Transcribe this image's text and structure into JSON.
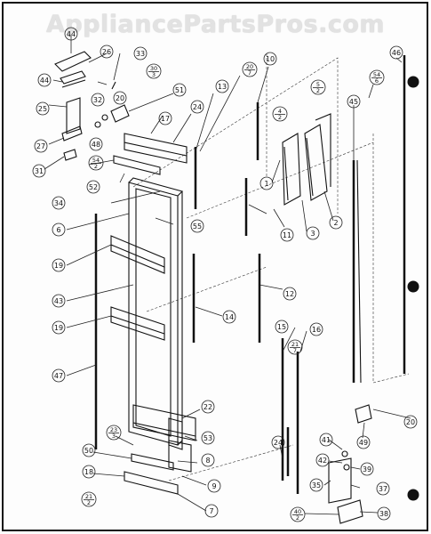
{
  "watermark": "AppliancePartsPros.com",
  "callouts": {
    "c1": "1",
    "c2": "2",
    "c3": "3",
    "c6": "6",
    "c7": "7",
    "c8": "8",
    "c9": "9",
    "c10": "10",
    "c11": "11",
    "c12": "12",
    "c13": "13",
    "c14": "14",
    "c15": "15",
    "c16": "16",
    "c17": "17",
    "c18": "18",
    "c19a": "19",
    "c19b": "19",
    "c20a": "20",
    "c20b": "20",
    "c22": "22",
    "c24a": "24",
    "c24b": "24",
    "c25": "25",
    "c26": "26",
    "c27": "27",
    "c31": "31",
    "c32": "32",
    "c33": "33",
    "c34": "34",
    "c35": "35",
    "c37": "37",
    "c38": "38",
    "c39": "39",
    "c41": "41",
    "c42": "42",
    "c43": "43",
    "c44": "44",
    "c45": "45",
    "c46": "46",
    "c47": "47",
    "c48": "48",
    "c49": "49",
    "c50": "50",
    "c51": "51",
    "c52": "52",
    "c53": "53",
    "c55": "55"
  },
  "fractions": {
    "f30": {
      "top": "30",
      "bottom": "3"
    },
    "f20": {
      "top": "20",
      "bottom": "7"
    },
    "f5": {
      "top": "5",
      "bottom": "2"
    },
    "f4": {
      "top": "4",
      "bottom": "2"
    },
    "f54a": {
      "top": "54",
      "bottom": "2"
    },
    "f54b": {
      "top": "54",
      "bottom": "6"
    },
    "f21a": {
      "top": "21",
      "bottom": "7"
    },
    "f23": {
      "top": "23",
      "bottom": "3"
    },
    "f21b": {
      "top": "21",
      "bottom": "2"
    },
    "f40": {
      "top": "40",
      "bottom": "2"
    }
  }
}
